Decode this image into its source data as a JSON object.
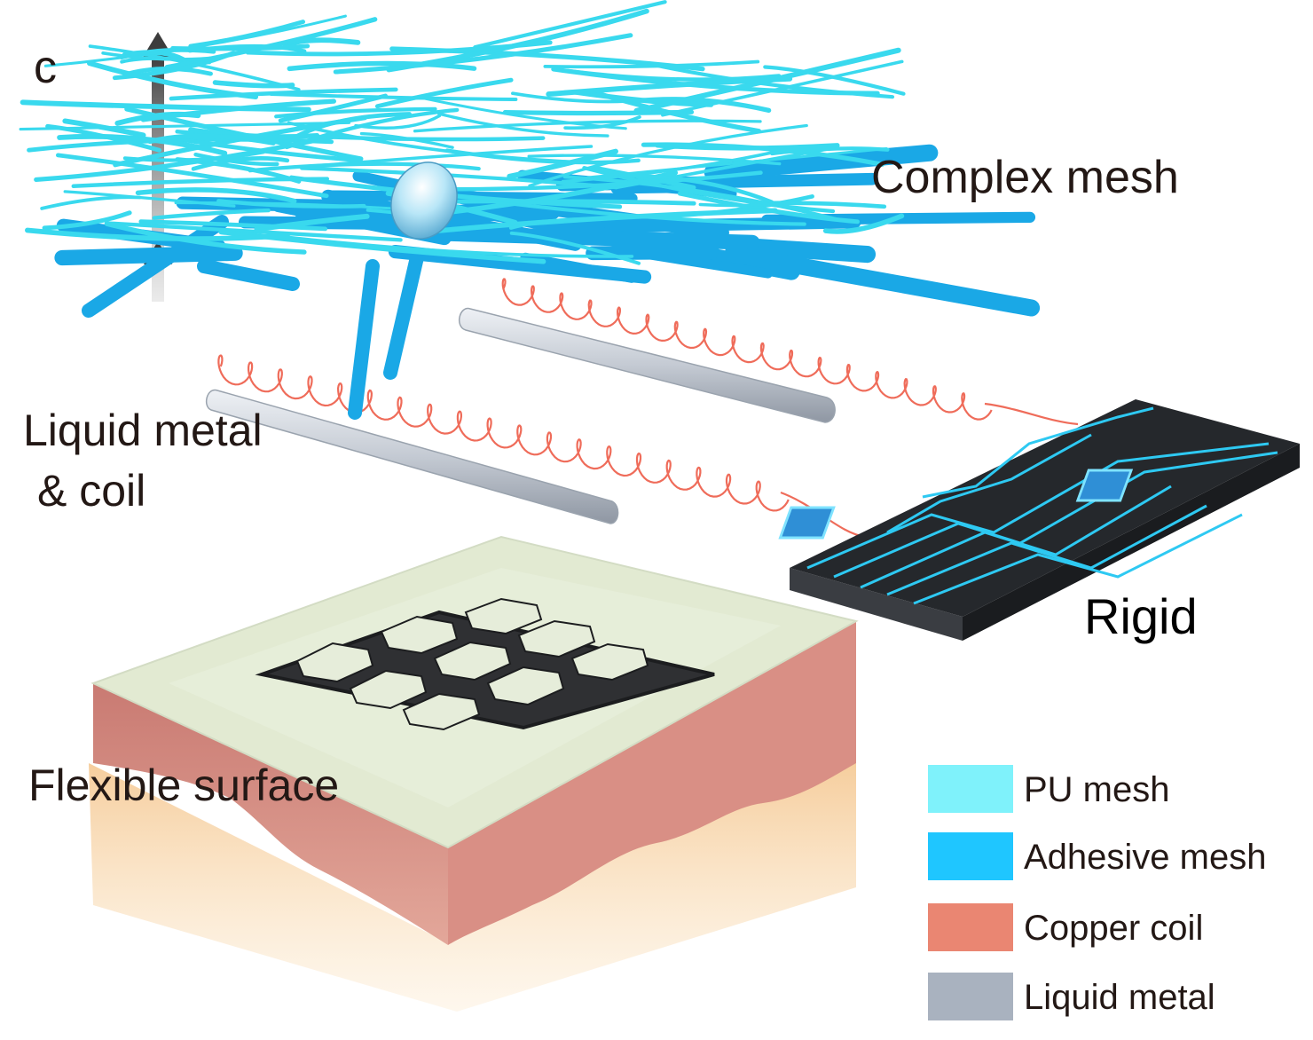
{
  "panel_letter": "c",
  "labels": {
    "complex_mesh": "Complex mesh",
    "liquid_metal_line1": "Liquid metal",
    "liquid_metal_line2": "& coil",
    "rigid": "Rigid",
    "flexible_surface": "Flexible surface"
  },
  "legend": [
    {
      "label": "PU mesh",
      "color": "#7ff2fb"
    },
    {
      "label": "Adhesive mesh",
      "color": "#1fc6ff"
    },
    {
      "label": "Copper coil",
      "color": "#ea8672"
    },
    {
      "label": "Liquid metal",
      "color": "#a9b2bf"
    }
  ],
  "colors": {
    "pu_mesh": "#39d9ee",
    "adhesive_mesh": "#1aa8e6",
    "copper_coil": "#ef6c5a",
    "liquid_metal": "#c9ced6",
    "chip_body": "#1f2226",
    "chip_trace": "#2ec9f2",
    "skin_top": "#e4ecd6",
    "skin_side": "#d9928a",
    "fat_layer": "#f6c98c",
    "hex_mesh": "#2f3033",
    "arrow": "#4a4a4a"
  }
}
